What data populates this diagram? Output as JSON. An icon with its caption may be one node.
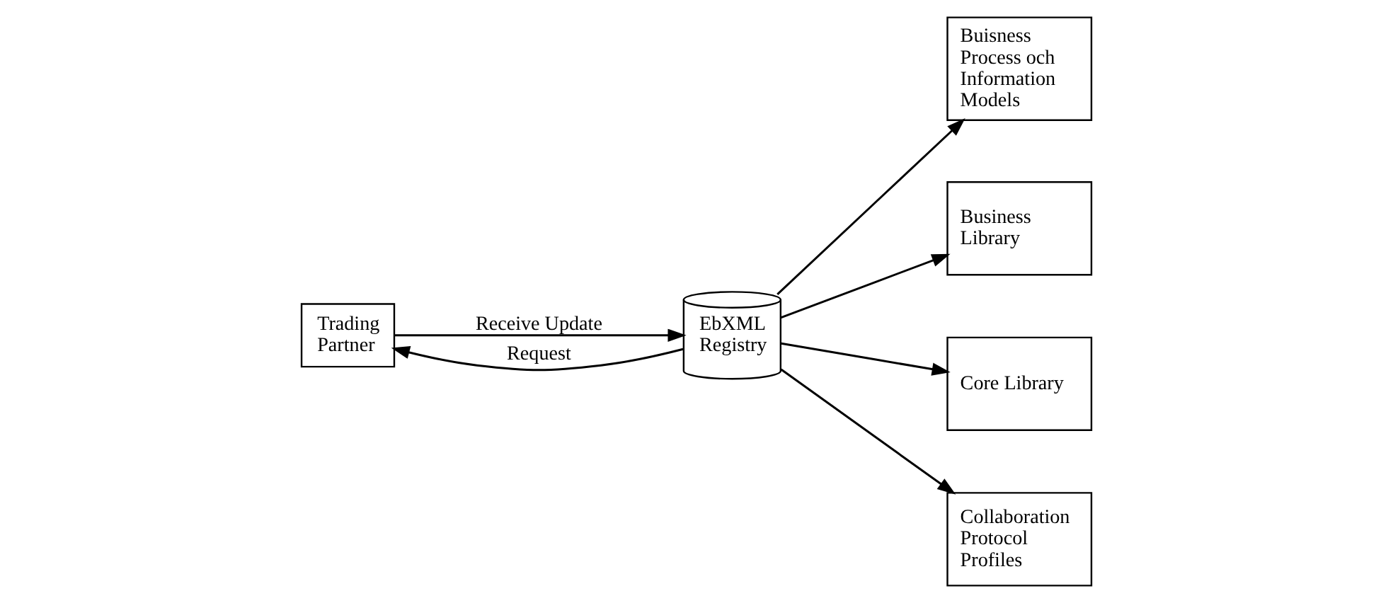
{
  "diagram": {
    "nodes": [
      {
        "text": [
          "Trading Partner"
        ]
      },
      {
        "text": [
          "EbXML Registry"
        ]
      },
      {
        "text": [
          "Buisness Process och Information Models"
        ]
      },
      {
        "text": [
          "Business Library"
        ]
      },
      {
        "text": [
          "Core Library"
        ]
      },
      {
        "text": [
          "Collaboration Protocol Profiles"
        ]
      }
    ],
    "edges": [
      {
        "from": 1,
        "to": 0,
        "arrow": "to",
        "label": "Request"
      },
      {
        "from": 0,
        "to": 1,
        "arrow": "to",
        "label": "Receive Update"
      },
      {
        "from": 1,
        "to": 2,
        "arrow": "to"
      },
      {
        "from": 1,
        "to": 3,
        "arrow": "to"
      },
      {
        "from": 1,
        "to": 4,
        "arrow": "to"
      },
      {
        "from": 1,
        "to": 5,
        "arrow": "to"
      }
    ]
  }
}
